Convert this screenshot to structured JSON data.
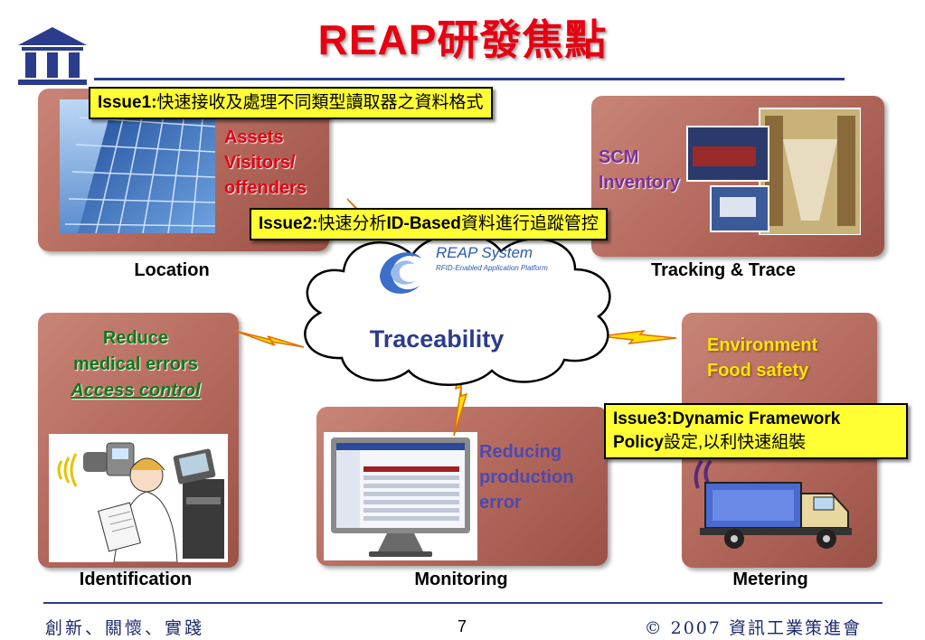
{
  "title": "REAP研發焦點",
  "logo_text": "III",
  "issues": {
    "issue1": {
      "label": "Issue1:",
      "text": "快速接收及處理不同類型讀取器之資料格式"
    },
    "issue2": {
      "label": "Issue2:",
      "text_a": "快速分析",
      "bold_mid": "ID-Based",
      "text_b": "資料進行追蹤管控"
    },
    "issue3": {
      "line1": "Issue3:Dynamic Framework",
      "line2_bold": "Policy",
      "line2_rest": "設定,以利快速組裝"
    }
  },
  "center": {
    "system_name": "REAP System",
    "system_sub": "RFID-Enabled Application Platform",
    "label": "Traceability"
  },
  "panels": {
    "location": {
      "caption": "Location",
      "items": [
        "Assets",
        "Visitors/",
        "offenders"
      ]
    },
    "tracking": {
      "caption": "Tracking & Trace",
      "items": [
        "SCM",
        "Inventory"
      ]
    },
    "identification": {
      "caption": "Identification",
      "items": [
        "Reduce",
        "medical errors"
      ],
      "emphasis": "Access control"
    },
    "monitoring": {
      "caption": "Monitoring",
      "items": [
        "Reducing",
        "production",
        "error"
      ]
    },
    "metering": {
      "caption": "Metering",
      "items": [
        "Environment",
        "Food safety"
      ]
    }
  },
  "footer": {
    "left": "創新、關懷、實踐",
    "page": "7",
    "right": "© 2007 資訊工業策進會"
  },
  "colors": {
    "title": "#e60012",
    "panel": "#b2675b",
    "issue_bg": "#ffff33",
    "rule": "#2b3c8c",
    "traceability": "#2b3c8c"
  }
}
